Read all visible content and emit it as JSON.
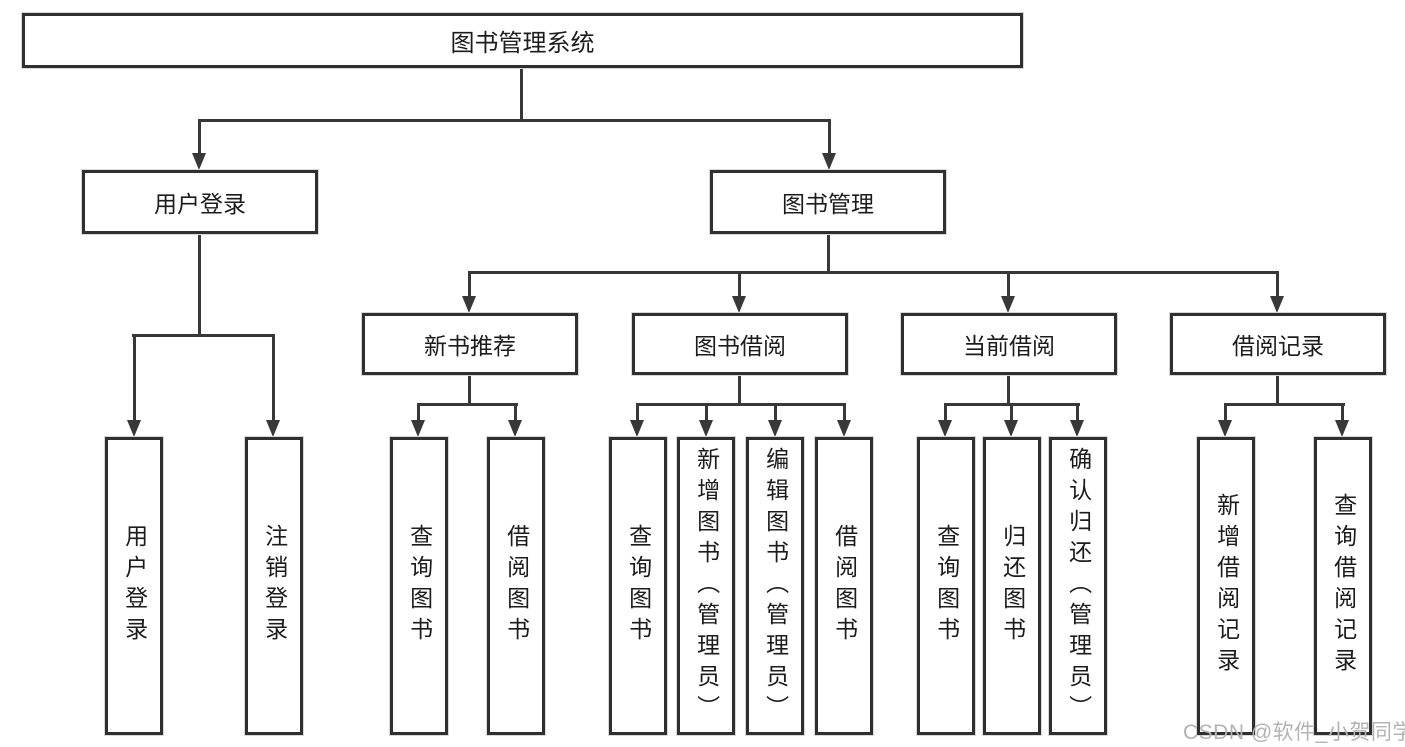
{
  "tree": {
    "label": "图书管理系统",
    "children": [
      {
        "label": "用户登录",
        "children": [
          {
            "label": "用户登录"
          },
          {
            "label": "注销登录"
          }
        ]
      },
      {
        "label": "图书管理",
        "children": [
          {
            "label": "新书推荐",
            "children": [
              {
                "label": "查询图书"
              },
              {
                "label": "借阅图书"
              }
            ]
          },
          {
            "label": "图书借阅",
            "children": [
              {
                "label": "查询图书"
              },
              {
                "label": "新增图书（管理员）"
              },
              {
                "label": "编辑图书（管理员）"
              },
              {
                "label": "借阅图书"
              }
            ]
          },
          {
            "label": "当前借阅",
            "children": [
              {
                "label": "查询图书"
              },
              {
                "label": "归还图书"
              },
              {
                "label": "确认归还（管理员）"
              }
            ]
          },
          {
            "label": "借阅记录",
            "children": [
              {
                "label": "新增借阅记录"
              },
              {
                "label": "查询借阅记录"
              }
            ]
          }
        ]
      }
    ]
  },
  "watermark": "CSDN @软件_小贺同学",
  "colors": {
    "line": "#383838",
    "box_border": "#2f2f2f",
    "text": "#1c1c1c",
    "watermark": "#b3b3b3",
    "background": "#ffffff"
  }
}
